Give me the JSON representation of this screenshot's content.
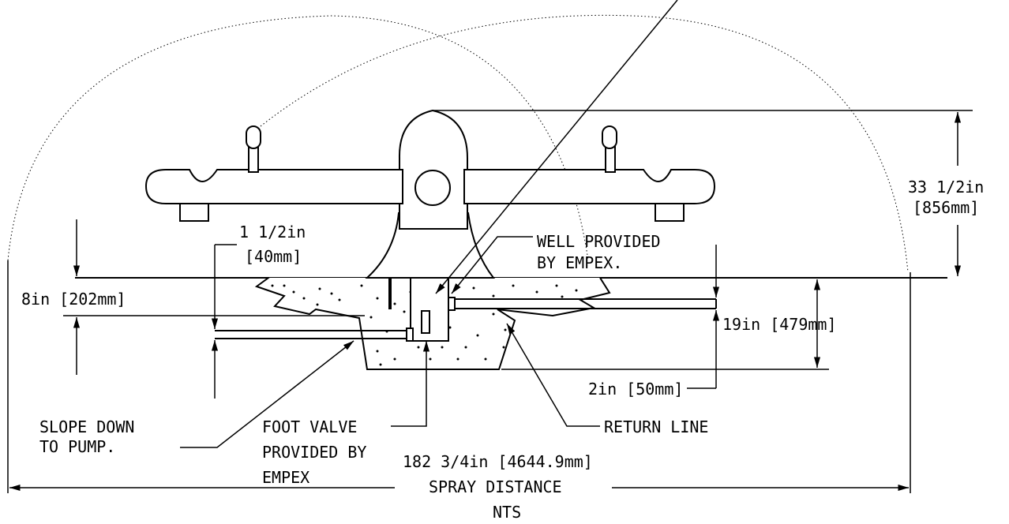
{
  "labels": {
    "dim_1_5in": "1 1/2in",
    "dim_40mm": "[40mm]",
    "well_1": "WELL PROVIDED",
    "well_2": "BY EMPEX.",
    "dim_33in": "33 1/2in",
    "dim_856mm": "[856mm]",
    "dim_8in": "8in [202mm]",
    "dim_19in": "19in [479mm]",
    "dim_2in": "2in [50mm]",
    "slope_1": "SLOPE DOWN",
    "slope_2": "TO PUMP.",
    "foot_1": "FOOT VALVE",
    "foot_2": "PROVIDED BY",
    "foot_3": "EMPEX",
    "return_line": "RETURN LINE",
    "spray_dim": "182 3/4in [4644.9mm]",
    "spray_label": "SPRAY DISTANCE",
    "nts": "NTS"
  }
}
